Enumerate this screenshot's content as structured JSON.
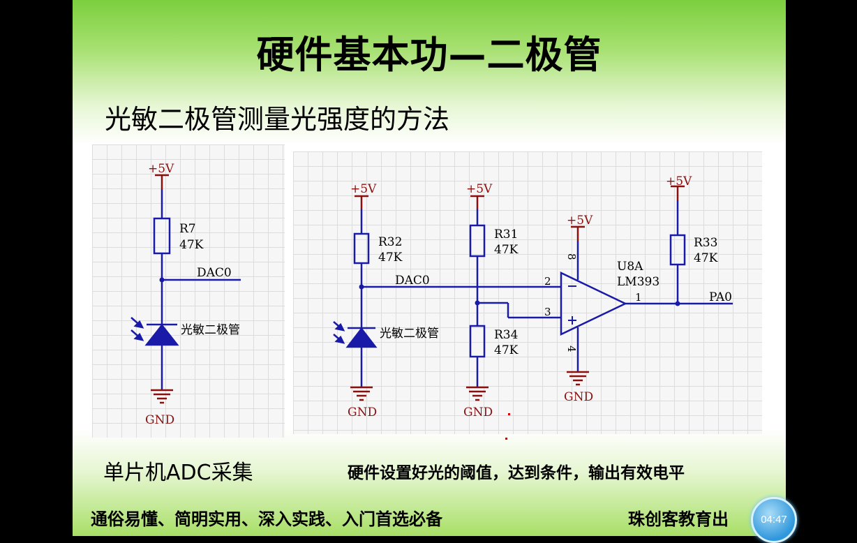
{
  "slide": {
    "title": "硬件基本功—二极管",
    "subtitle": "光敏二极管测量光强度的方法",
    "left_caption": "单片机ADC采集",
    "right_caption": "硬件设置好光的阈值，达到条件，输出有效电平",
    "footer_left": "通俗易懂、简明实用、深入实践、入门首选必备",
    "footer_right": "珠创客教育出",
    "timer": "04:47"
  },
  "circuit1": {
    "power": "+5V",
    "resistor_ref": "R7",
    "resistor_val": "47K",
    "net": "DAC0",
    "diode": "光敏二极管",
    "ground": "GND"
  },
  "circuit2": {
    "power_a": "+5V",
    "power_b": "+5V",
    "power_c": "+5V",
    "power_d": "+5V",
    "r32_ref": "R32",
    "r32_val": "47K",
    "r31_ref": "R31",
    "r31_val": "47K",
    "r34_ref": "R34",
    "r34_val": "47K",
    "r33_ref": "R33",
    "r33_val": "47K",
    "net": "DAC0",
    "diode": "光敏二极管",
    "u_ref": "U8A",
    "u_part": "LM393",
    "pin2": "2",
    "pin3": "3",
    "pin1": "1",
    "pin8": "8",
    "pin4": "4",
    "out_net": "PA0",
    "gnd_a": "GND",
    "gnd_b": "GND",
    "gnd_c": "GND"
  },
  "colors": {
    "wire": "#1a1aa8",
    "power_symbol": "#8a1010",
    "component": "#1a1aa8"
  }
}
